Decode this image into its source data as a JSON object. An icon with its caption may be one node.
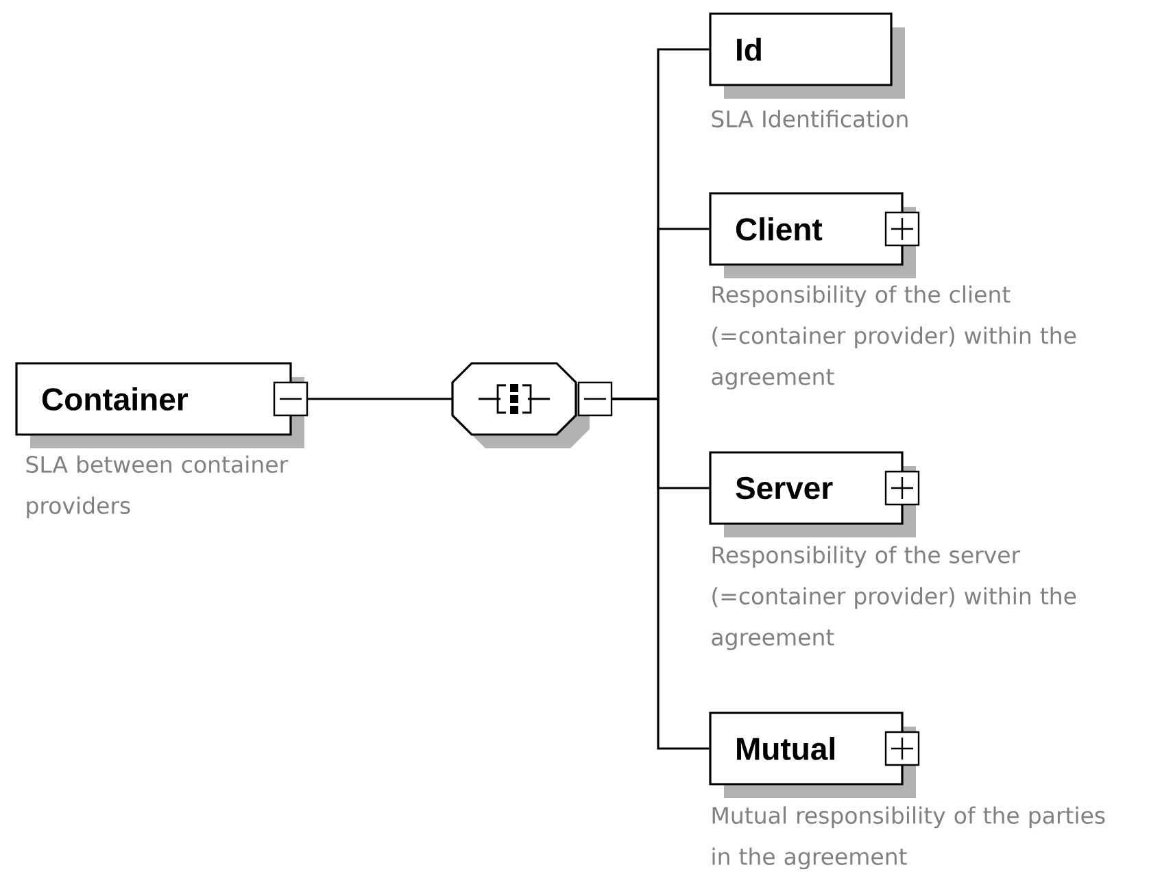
{
  "diagram": {
    "nodes": [
      {
        "text": [
          "Container"
        ],
        "beside": [
          "SLA between container providers"
        ]
      },
      {
        "text": [],
        "shape": "octagon"
      },
      {
        "text": [
          "Id"
        ],
        "beside": [
          "SLA Identification"
        ]
      },
      {
        "text": [
          "Client"
        ],
        "beside": [
          "Responsibility of the client (=container provider) within the agreement"
        ]
      },
      {
        "text": [
          "Server"
        ],
        "beside": [
          "Responsibility of the server (=container provider) within the agreement"
        ]
      },
      {
        "text": [
          "Mutual"
        ],
        "beside": [
          "Mutual responsibility of the parties in the agreement"
        ]
      }
    ],
    "edges": [
      {
        "from": 0,
        "to": 1,
        "arrow": "none"
      },
      {
        "from": 1,
        "to": 2,
        "arrow": "none"
      },
      {
        "from": 1,
        "to": 3,
        "arrow": "none"
      },
      {
        "from": 1,
        "to": 4,
        "arrow": "none"
      },
      {
        "from": 1,
        "to": 5,
        "arrow": "none"
      }
    ]
  }
}
